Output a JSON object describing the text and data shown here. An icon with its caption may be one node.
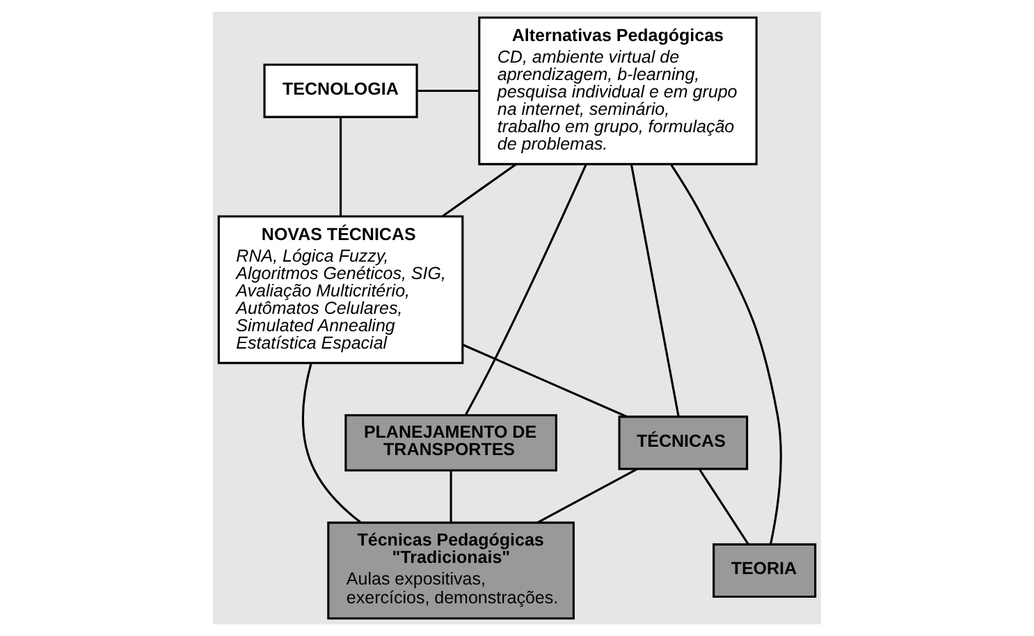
{
  "diagram": {
    "nodes": [
      {
        "text": [
          "TECNOLOGIA"
        ]
      },
      {
        "text": [
          "Alternativas Pedagógicas",
          "CD, ambiente virtual de aprendizagem, b-learning, pesquisa individual e em grupo na internet, seminário, trabalho em grupo, formulação de problemas."
        ]
      },
      {
        "text": [
          "NOVAS TÉCNICAS",
          "RNA, Lógica Fuzzy, Algoritmos Genéticos, SIG, Avaliação Multicritério, Autômatos Celulares, Simulated Annealing Estatística Espacial"
        ]
      },
      {
        "text": [
          "PLANEJAMENTO DE TRANSPORTES"
        ]
      },
      {
        "text": [
          "TÉCNICAS"
        ]
      },
      {
        "text": [
          "Técnicas Pedagógicas \"Tradicionais\"",
          "Aulas expositivas, exercícios, demonstrações."
        ]
      },
      {
        "text": [
          "TEORIA"
        ]
      }
    ],
    "edges": [
      {
        "from": 0,
        "to": 2,
        "arrow": "none"
      },
      {
        "from": 0,
        "to": 1,
        "arrow": "none"
      },
      {
        "from": 2,
        "to": 4,
        "arrow": "none"
      },
      {
        "from": 4,
        "to": 6,
        "arrow": "none"
      },
      {
        "from": 2,
        "to": 1,
        "arrow": "none"
      },
      {
        "from": 2,
        "to": 5,
        "arrow": "none"
      },
      {
        "from": 4,
        "to": 1,
        "arrow": "none"
      },
      {
        "from": 4,
        "to": 5,
        "arrow": "none"
      },
      {
        "from": 6,
        "to": 1,
        "arrow": "none"
      },
      {
        "from": 1,
        "to": 3,
        "arrow": "none"
      },
      {
        "from": 3,
        "to": 5,
        "arrow": "none"
      }
    ]
  }
}
